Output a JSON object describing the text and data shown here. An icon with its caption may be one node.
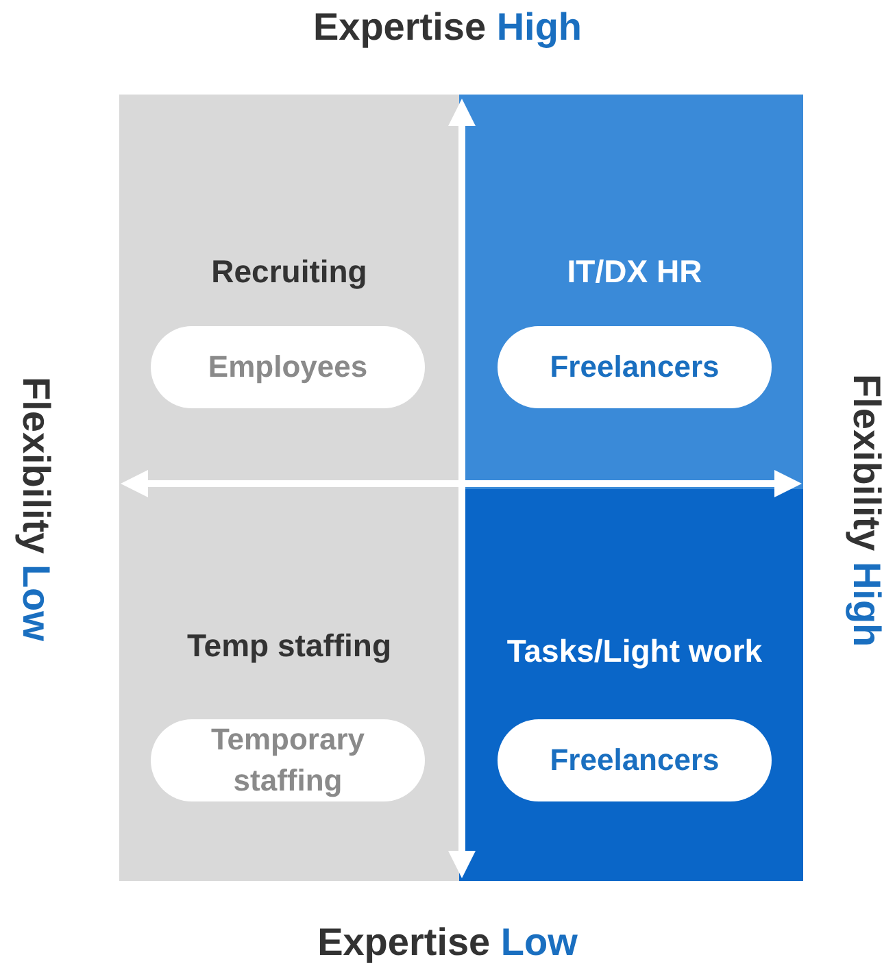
{
  "diagram": {
    "nodes": [
      {
        "text": [
          "Recruiting"
        ]
      },
      {
        "text": [
          "Employees"
        ],
        "in": 0
      },
      {
        "text": [
          "IT/DX HR"
        ]
      },
      {
        "text": [
          "Freelancers"
        ],
        "in": 2
      },
      {
        "text": [
          "Temp staffing"
        ]
      },
      {
        "text": [
          "Temporary staffing"
        ],
        "in": 4
      },
      {
        "text": [
          "Tasks/Light work"
        ]
      },
      {
        "text": [
          "Freelancers"
        ],
        "in": 6
      }
    ],
    "labels": [
      "Expertise",
      "High",
      "Flexibility",
      "Low",
      "Flexibility",
      "High",
      "Expertise",
      "Low"
    ]
  }
}
